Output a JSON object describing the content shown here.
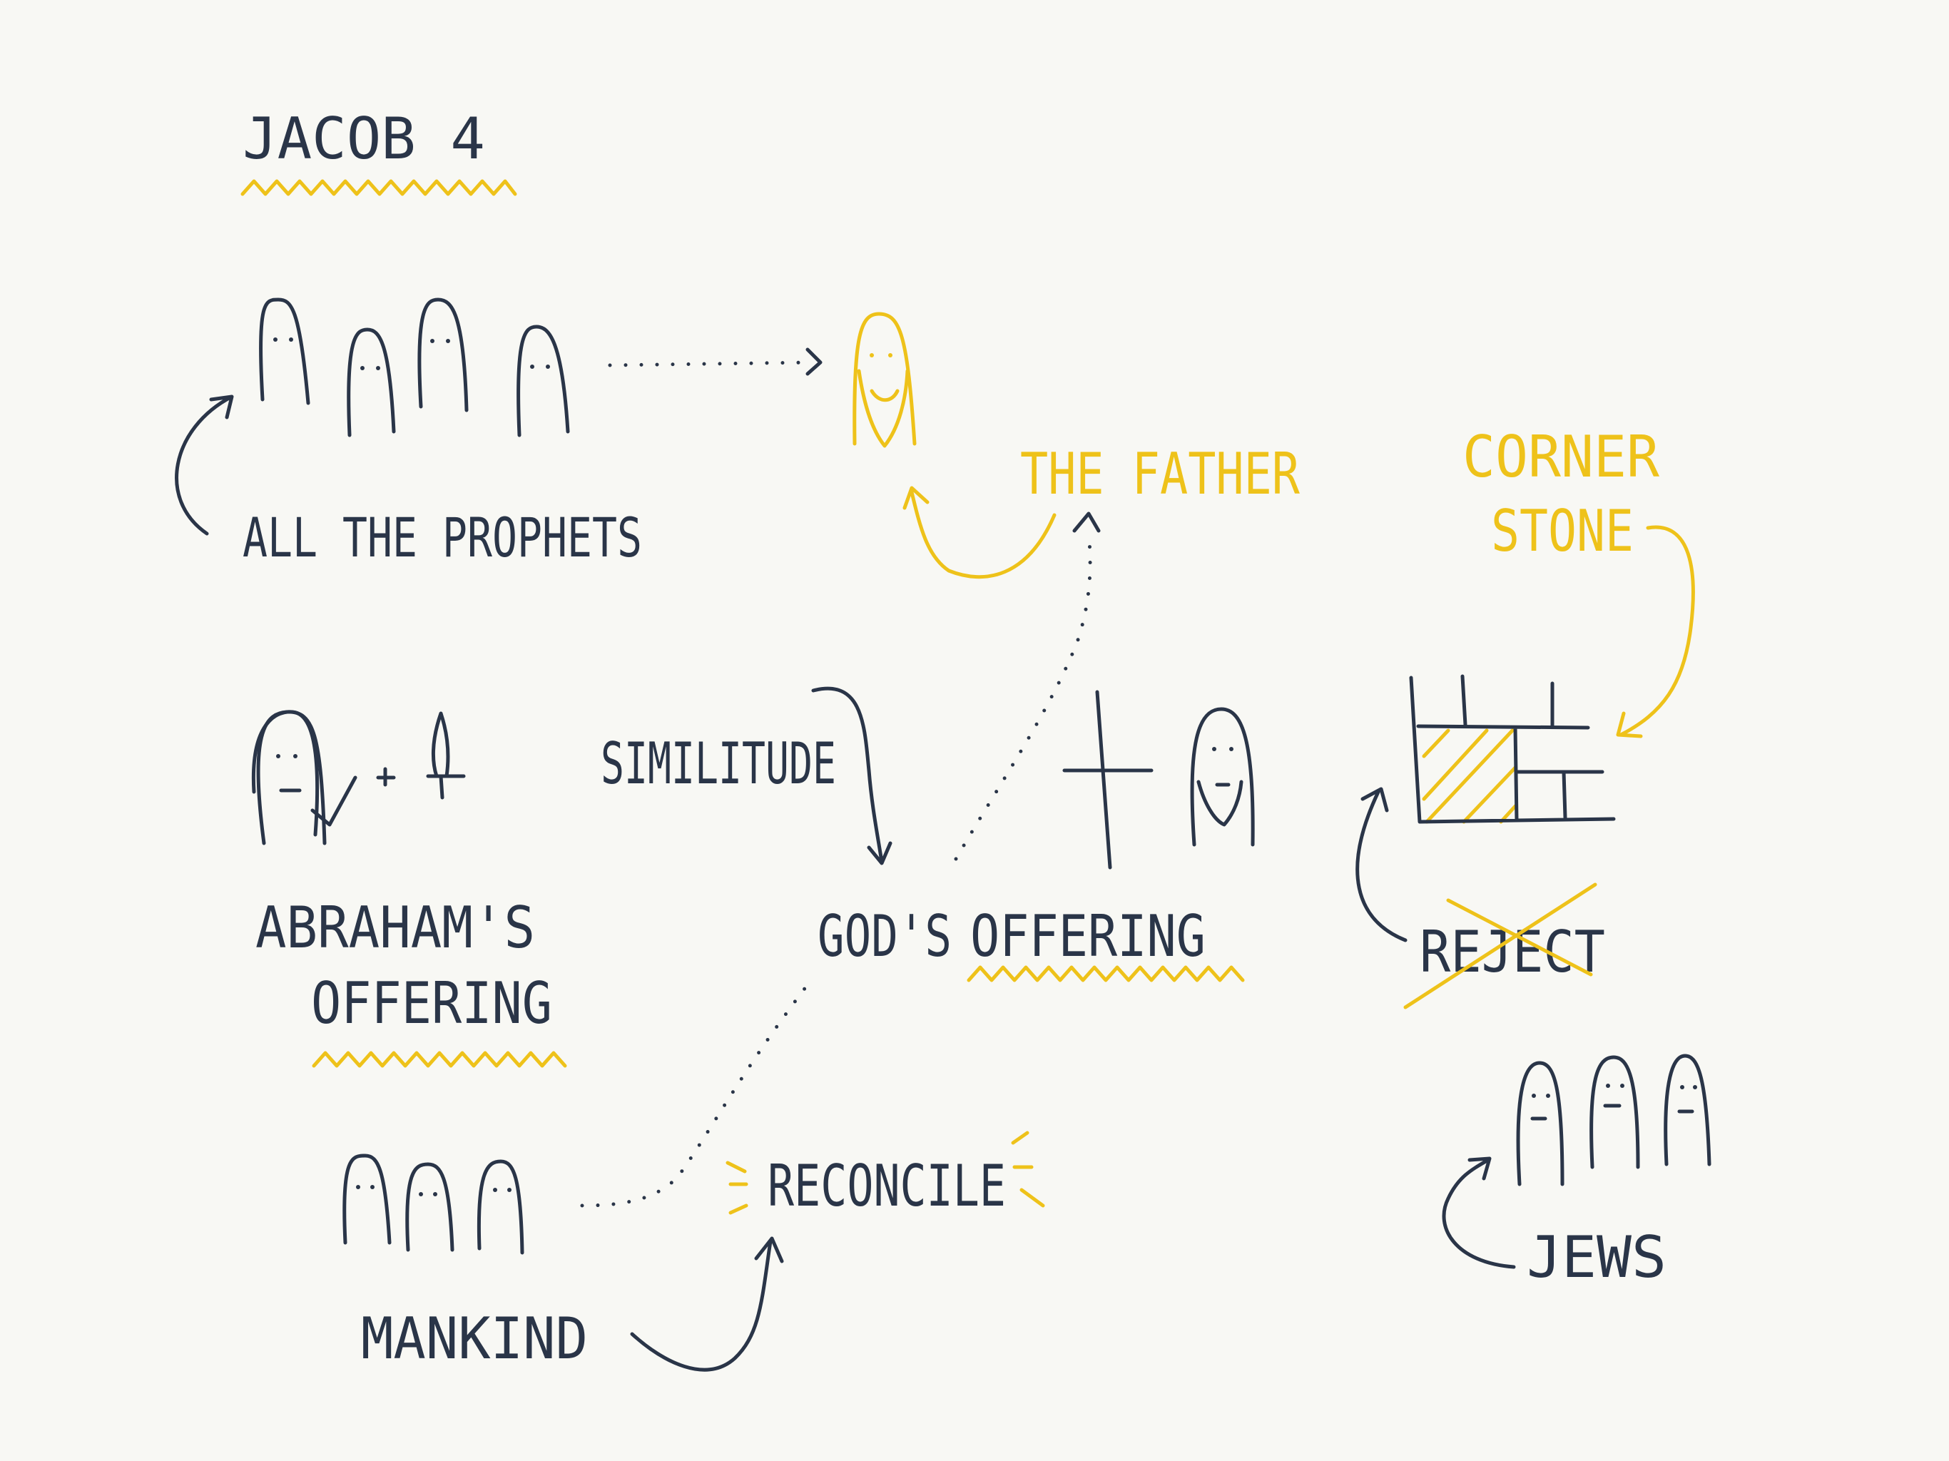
{
  "colors": {
    "background": "#f8f8f4",
    "ink": "#2a3548",
    "accent": "#eec21a"
  },
  "title": "JACOB 4",
  "labels": {
    "all_the_prophets": "ALL THE PROPHETS",
    "the_father": "THE FATHER",
    "corner": "CORNER",
    "stone": "STONE",
    "similitude": "SIMILITUDE",
    "abrahams": "ABRAHAM'S",
    "offering_left": "OFFERING",
    "gods": "GOD'S",
    "offering_center": "OFFERING",
    "reject": "REJECT",
    "mankind": "MANKIND",
    "reconcile": "RECONCILE",
    "jews": "JEWS"
  },
  "icons": [
    "prophet-figures",
    "father-figure",
    "abraham-figure",
    "knife-icon",
    "cross-icon",
    "christ-figure",
    "brick-wall-icon",
    "mankind-figures",
    "jews-figures"
  ]
}
